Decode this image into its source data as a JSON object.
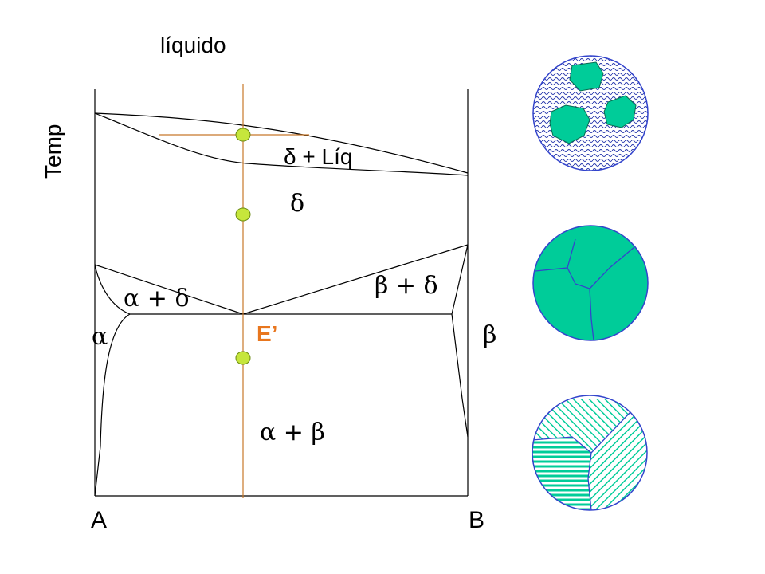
{
  "labels": {
    "liquid": "líquido",
    "temp": "Temp",
    "delta_liq": "δ + Líq",
    "delta": "δ",
    "alpha_delta": "α + δ",
    "beta_delta": "β + δ",
    "alpha": "α",
    "beta": "β",
    "eutectoid": "E’",
    "alpha_beta": "α + β",
    "comp_a": "A",
    "comp_b": "B"
  },
  "colors": {
    "boundary": "#000000",
    "composition_line": "#c8782a",
    "eutectoid_label": "#e8761e",
    "marker_fill": "#c6e63c",
    "grain_fill": "#00cc99",
    "grain_border": "#3344cc",
    "liquid_pattern": "#2233aa"
  },
  "micrographs": [
    {
      "state": "delta-grains-in-liquid",
      "icon": "micrograph-delta-liquid-icon"
    },
    {
      "state": "delta-grains",
      "icon": "micrograph-delta-grains-icon"
    },
    {
      "state": "alpha-beta-lamellar",
      "icon": "micrograph-alpha-beta-icon"
    }
  ]
}
